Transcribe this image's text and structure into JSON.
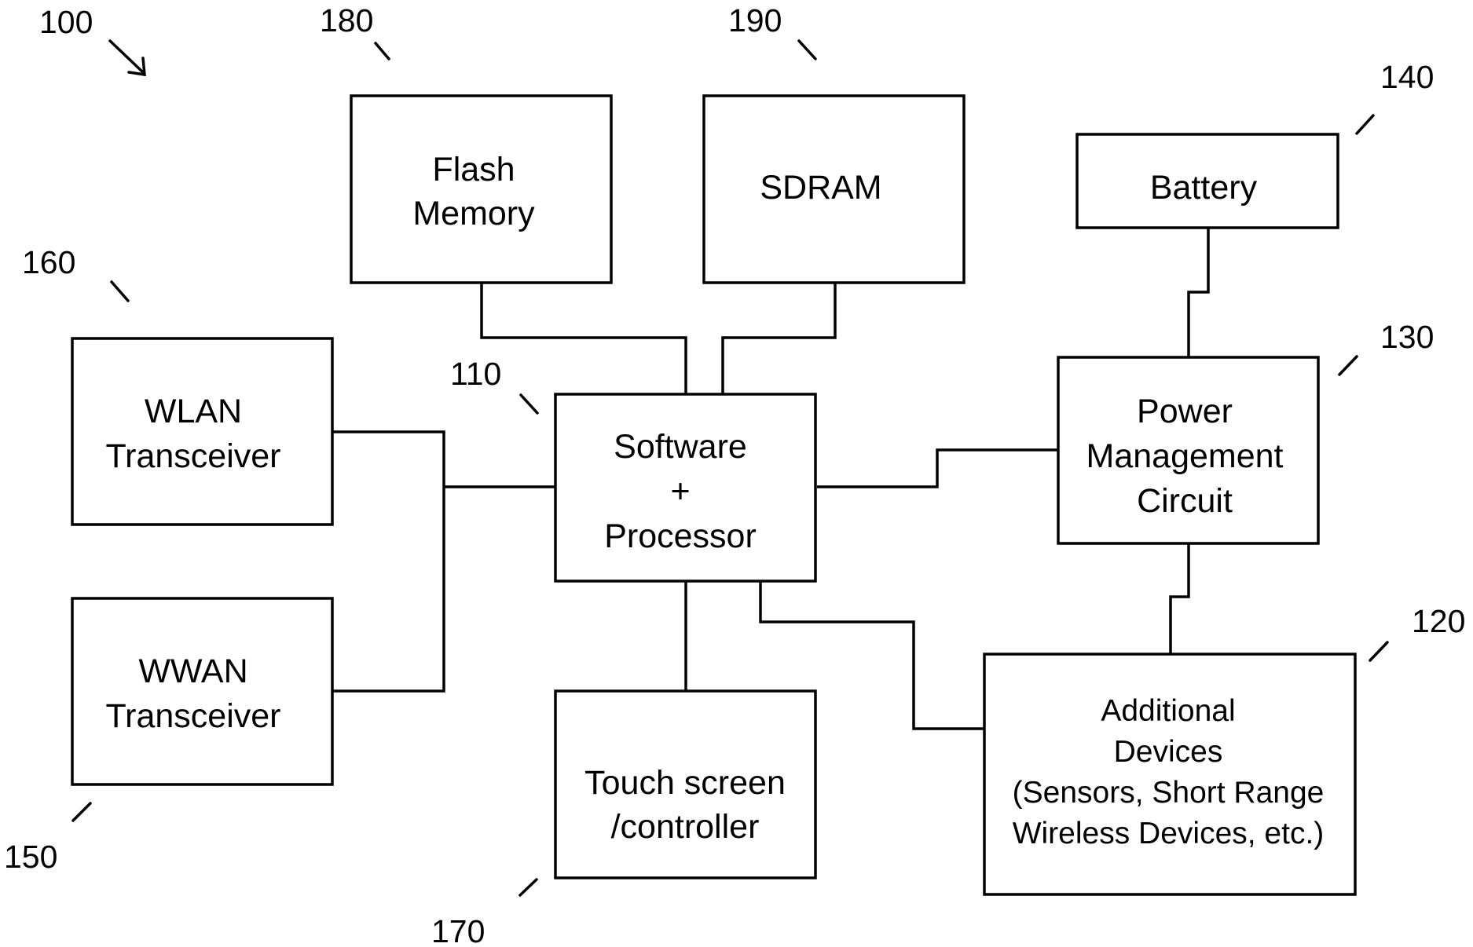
{
  "figure_ref": "100",
  "blocks": {
    "flash": {
      "ref": "180",
      "lines": [
        "Flash",
        "Memory"
      ]
    },
    "sdram": {
      "ref": "190",
      "lines": [
        "SDRAM"
      ]
    },
    "battery": {
      "ref": "140",
      "lines": [
        "Battery"
      ]
    },
    "wlan": {
      "ref": "160",
      "lines": [
        "WLAN",
        "Transceiver"
      ]
    },
    "processor": {
      "ref": "110",
      "lines": [
        "Software",
        "+",
        "Processor"
      ]
    },
    "power": {
      "ref": "130",
      "lines": [
        "Power",
        "Management",
        "Circuit"
      ]
    },
    "wwan": {
      "ref": "150",
      "lines": [
        "WWAN",
        "Transceiver"
      ]
    },
    "touch": {
      "ref": "170",
      "lines": [
        "Touch screen",
        "/controller"
      ]
    },
    "additional": {
      "ref": "120",
      "lines": [
        "Additional",
        "Devices",
        "(Sensors, Short Range",
        "Wireless Devices, etc.)"
      ]
    }
  },
  "colors": {
    "line": "#000000",
    "background": "#ffffff"
  }
}
